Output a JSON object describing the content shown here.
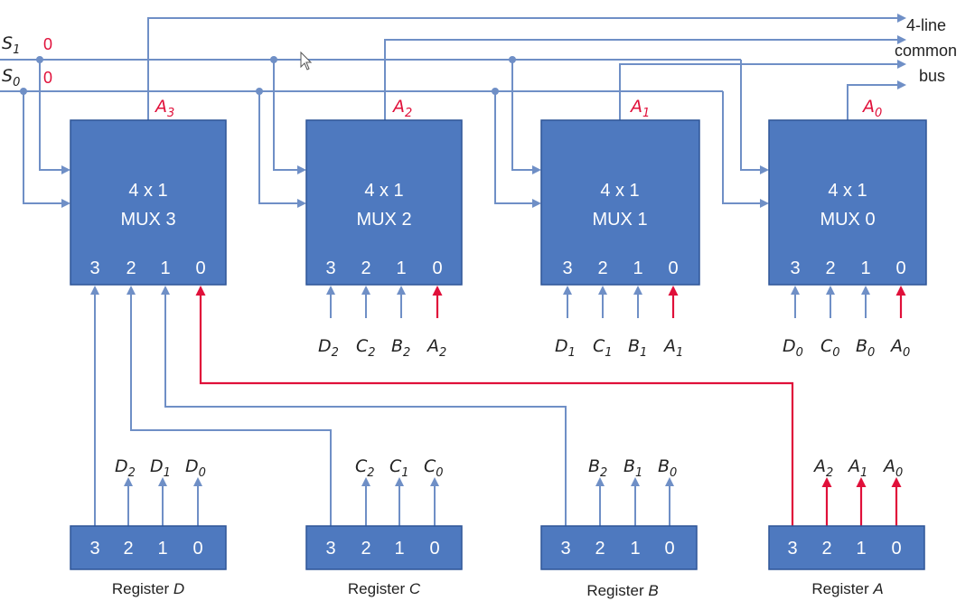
{
  "selects": {
    "s1": {
      "name": "S",
      "sub": "1",
      "value": "0"
    },
    "s0": {
      "name": "S",
      "sub": "0",
      "value": "0"
    }
  },
  "bus_label": [
    "4-line",
    "common",
    "bus"
  ],
  "muxes": [
    {
      "line1": "4 x 1",
      "line2": "MUX 3",
      "out": "A",
      "out_sub": "3",
      "pins": [
        "3",
        "2",
        "1",
        "0"
      ]
    },
    {
      "line1": "4 x 1",
      "line2": "MUX 2",
      "out": "A",
      "out_sub": "2",
      "pins": [
        "3",
        "2",
        "1",
        "0"
      ],
      "inputs": [
        {
          "t": "D",
          "s": "2"
        },
        {
          "t": "C",
          "s": "2"
        },
        {
          "t": "B",
          "s": "2"
        },
        {
          "t": "A",
          "s": "2"
        }
      ]
    },
    {
      "line1": "4 x 1",
      "line2": "MUX 1",
      "out": "A",
      "out_sub": "1",
      "pins": [
        "3",
        "2",
        "1",
        "0"
      ],
      "inputs": [
        {
          "t": "D",
          "s": "1"
        },
        {
          "t": "C",
          "s": "1"
        },
        {
          "t": "B",
          "s": "1"
        },
        {
          "t": "A",
          "s": "1"
        }
      ]
    },
    {
      "line1": "4 x 1",
      "line2": "MUX 0",
      "out": "A",
      "out_sub": "0",
      "pins": [
        "3",
        "2",
        "1",
        "0"
      ],
      "inputs": [
        {
          "t": "D",
          "s": "0"
        },
        {
          "t": "C",
          "s": "0"
        },
        {
          "t": "B",
          "s": "0"
        },
        {
          "t": "A",
          "s": "0"
        }
      ]
    }
  ],
  "registers": [
    {
      "name": "Register ",
      "letter": "D",
      "pins": [
        "3",
        "2",
        "1",
        "0"
      ],
      "outputs": [
        {
          "t": "D",
          "s": "2"
        },
        {
          "t": "D",
          "s": "1"
        },
        {
          "t": "D",
          "s": "0"
        }
      ]
    },
    {
      "name": "Register ",
      "letter": "C",
      "pins": [
        "3",
        "2",
        "1",
        "0"
      ],
      "outputs": [
        {
          "t": "C",
          "s": "2"
        },
        {
          "t": "C",
          "s": "1"
        },
        {
          "t": "C",
          "s": "0"
        }
      ]
    },
    {
      "name": "Register ",
      "letter": "B",
      "pins": [
        "3",
        "2",
        "1",
        "0"
      ],
      "outputs": [
        {
          "t": "B",
          "s": "2"
        },
        {
          "t": "B",
          "s": "1"
        },
        {
          "t": "B",
          "s": "0"
        }
      ]
    },
    {
      "name": "Register ",
      "letter": "A",
      "pins": [
        "3",
        "2",
        "1",
        "0"
      ],
      "outputs": [
        {
          "t": "A",
          "s": "2"
        },
        {
          "t": "A",
          "s": "1"
        },
        {
          "t": "A",
          "s": "0"
        }
      ]
    }
  ],
  "colors": {
    "block": "#4e79bf",
    "wire": "#6f8fc6",
    "selected": "#e0103a"
  }
}
